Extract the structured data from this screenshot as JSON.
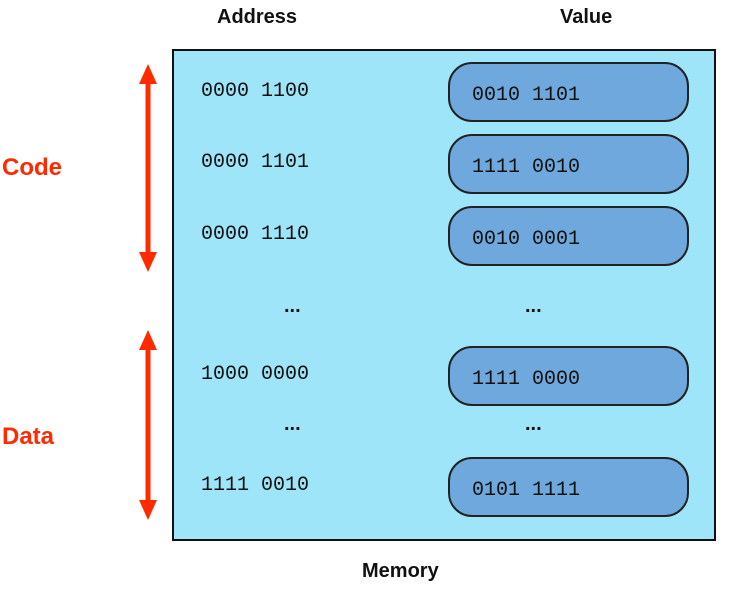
{
  "headers": {
    "address": "Address",
    "value": "Value"
  },
  "sections": {
    "code": "Code",
    "data": "Data"
  },
  "caption": "Memory",
  "ellipsis": "...",
  "rows": [
    {
      "address": "0000 1100",
      "value": "0010 1101"
    },
    {
      "address": "0000 1101",
      "value": "1111 0010"
    },
    {
      "address": "0000 1110",
      "value": "0010 0001"
    },
    {
      "address": "1000 0000",
      "value": "1111 0000"
    },
    {
      "address": "1111 0010",
      "value": "0101 1111"
    }
  ],
  "colors": {
    "memory_background": "#9ee5f9",
    "cell_fill": "#6fa8dc",
    "arrow": "#ff2a00",
    "section_label": "#ff2a00"
  }
}
